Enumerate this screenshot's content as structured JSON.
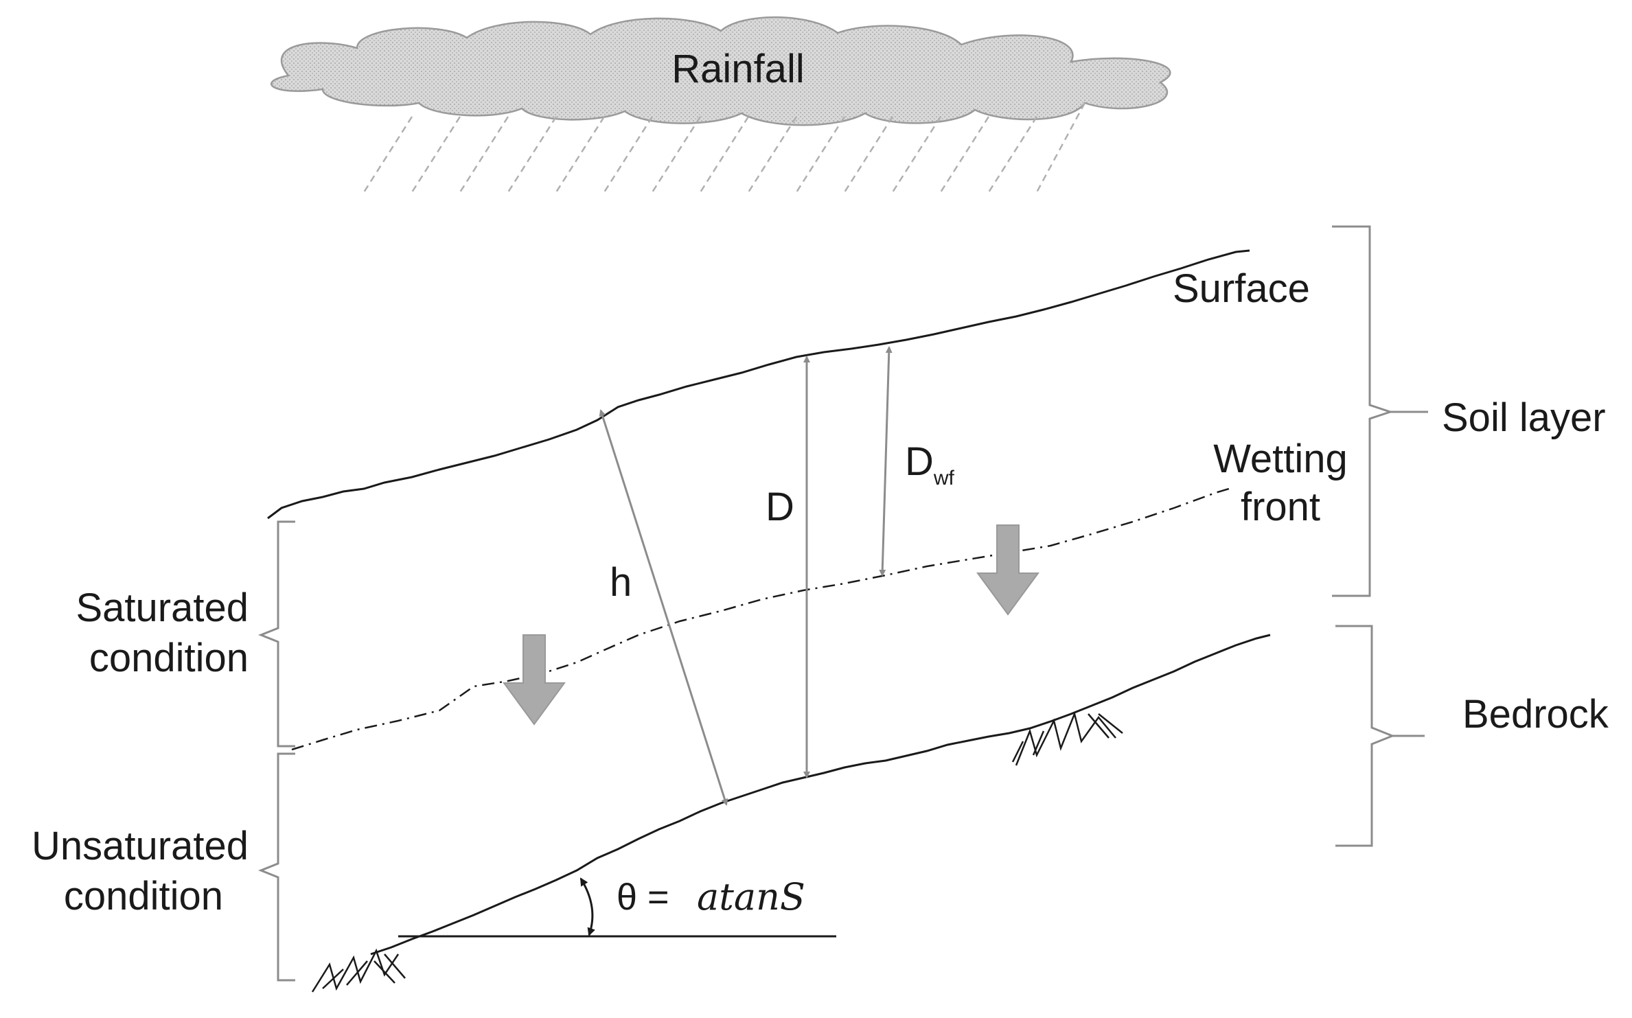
{
  "labels": {
    "rainfall": "Rainfall",
    "surface": "Surface",
    "soil_layer": "Soil layer",
    "wetting_front_line1": "Wetting",
    "wetting_front_line2": "front",
    "bedrock": "Bedrock",
    "saturated_line1": "Saturated",
    "saturated_line2": "condition",
    "unsaturated_line1": "Unsaturated",
    "unsaturated_line2": "condition",
    "h": "h",
    "D": "D",
    "D_wf_main": "D",
    "D_wf_sub": "wf",
    "theta_lhs": "θ = ",
    "theta_rhs": "atanS"
  },
  "colors": {
    "line": "#1a1a1a",
    "arrow": "#8c8c8c",
    "cloud_fill": "#d6d6d6",
    "cloud_stroke": "#9a9a9a",
    "down_arrow": "#aaaaaa",
    "bracket": "#8c8c8c"
  }
}
